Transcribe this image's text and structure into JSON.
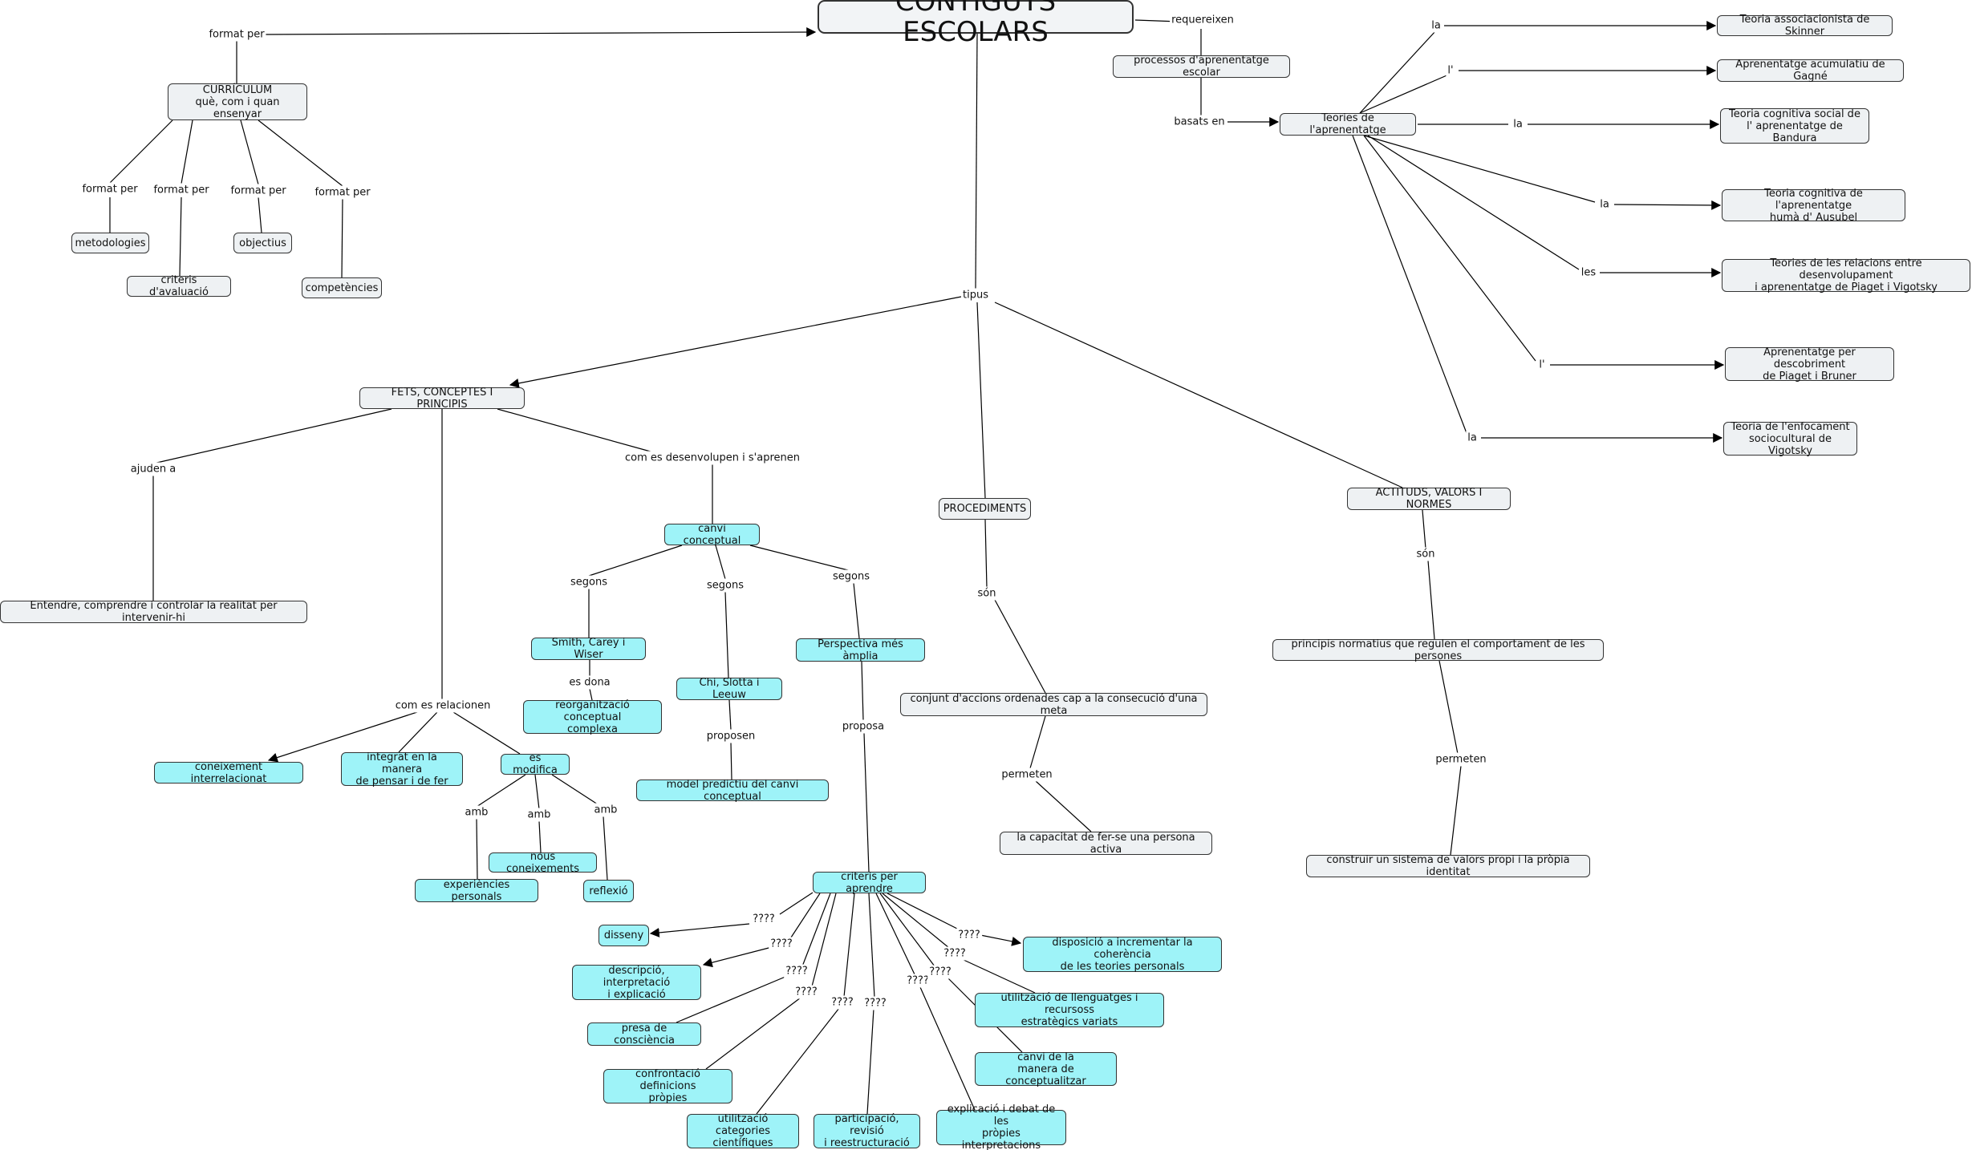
{
  "title": "CONTIGUTS ESCOLARS",
  "nodes": {
    "curriculum": "CURRÍCULUM\nquè, com i quan ensenyar",
    "metodologies": "metodologies",
    "criteris_avaluacio": "criteris d'avaluació",
    "objectius": "objectius",
    "competencies": "competències",
    "processos": "processos d'aprenentatge escolar",
    "teories": "Teories de l'aprenentatge",
    "skinner": "Teoria associacionista de Skinner",
    "gagne": "Aprenentatge acumulatiu de Gagné",
    "bandura": "Teoria cognitiva social de\nl' aprenentatge de Bandura",
    "ausubel": "Teoria cognitiva de l'aprenentatge\nhumà d' Ausubel",
    "piaget_vigotsky": "Teories de les relacions entre desenvolupament\ni aprenentatge de Piaget i Vigotsky",
    "bruner": "Aprenentatge per descobriment\nde Piaget i Bruner",
    "vigotsky": "Teoria de l'enfocament\nsociocultural de Vigotsky",
    "fets": "FETS, CONCEPTES I PRINCIPIS",
    "entendre": "Entendre, comprendre i controlar la realitat per intervenir-hi",
    "canvi_conceptual": "canvi conceptual",
    "smith": "Smith, Carey i Wiser",
    "reorganitzacio": "reorganització conceptual\ncomplexa",
    "chi": "Chi, Slotta i Leeuw",
    "model_predictiu": "model predictiu del canvi conceptual",
    "perspectiva": "Perspectiva més àmplia",
    "coneixement": "coneixement interrelacionat",
    "integrat": "integrat en la manera\nde pensar i de fer",
    "es_modifica": "es modifica",
    "nous_coneixements": "nous coneixements",
    "experiencies": "experiències personals",
    "reflexio": "reflexió",
    "procediments": "PROCEDIMENTS",
    "conjunt": "conjunt d'accions ordenades cap a la consecució d'una meta",
    "capacitat": "la capacitat de fer-se una persona activa",
    "actituds": "ACTITUDS, VALORS I NORMES",
    "principis": "principis normatius que regulen el comportament de les persones",
    "construir": "construir un sistema de valors propi i la pròpia identitat",
    "criteris_aprendre": "criteris per aprendre",
    "disseny": "disseny",
    "descripcio": "descripció, interpretació\ni explicació",
    "presa": "presa de consciència",
    "confrontacio": "confrontació definicions\npròpies",
    "categories": "utilització categories\ncientífiques",
    "participacio": "participació, revisió\ni reestructuració",
    "explicacio": "explicació i debat de les\npròpies interpretacions",
    "canvi_manera": "canvi de la\nmanera de conceptualitzar",
    "llenguatges": "utilització de llenguatges i recursoss\nestratègics variats",
    "disposicio": "disposició a incrementar la coherència\nde les teories personals"
  },
  "link_labels": {
    "format_per": "format per",
    "requereixen": "requereixen",
    "basats_en": "basats en",
    "la": "la",
    "l": "l'",
    "les": "les",
    "tipus": "tipus",
    "ajuden_a": "ajuden a",
    "com_es_desenvolupen": "com es desenvolupen i s'aprenen",
    "segons": "segons",
    "es_dona": "es dona",
    "proposen": "proposen",
    "proposa": "proposa",
    "com_es_relacionen": "com es relacionen",
    "amb": "amb",
    "son": "són",
    "permeten": "permeten",
    "q": "????"
  }
}
